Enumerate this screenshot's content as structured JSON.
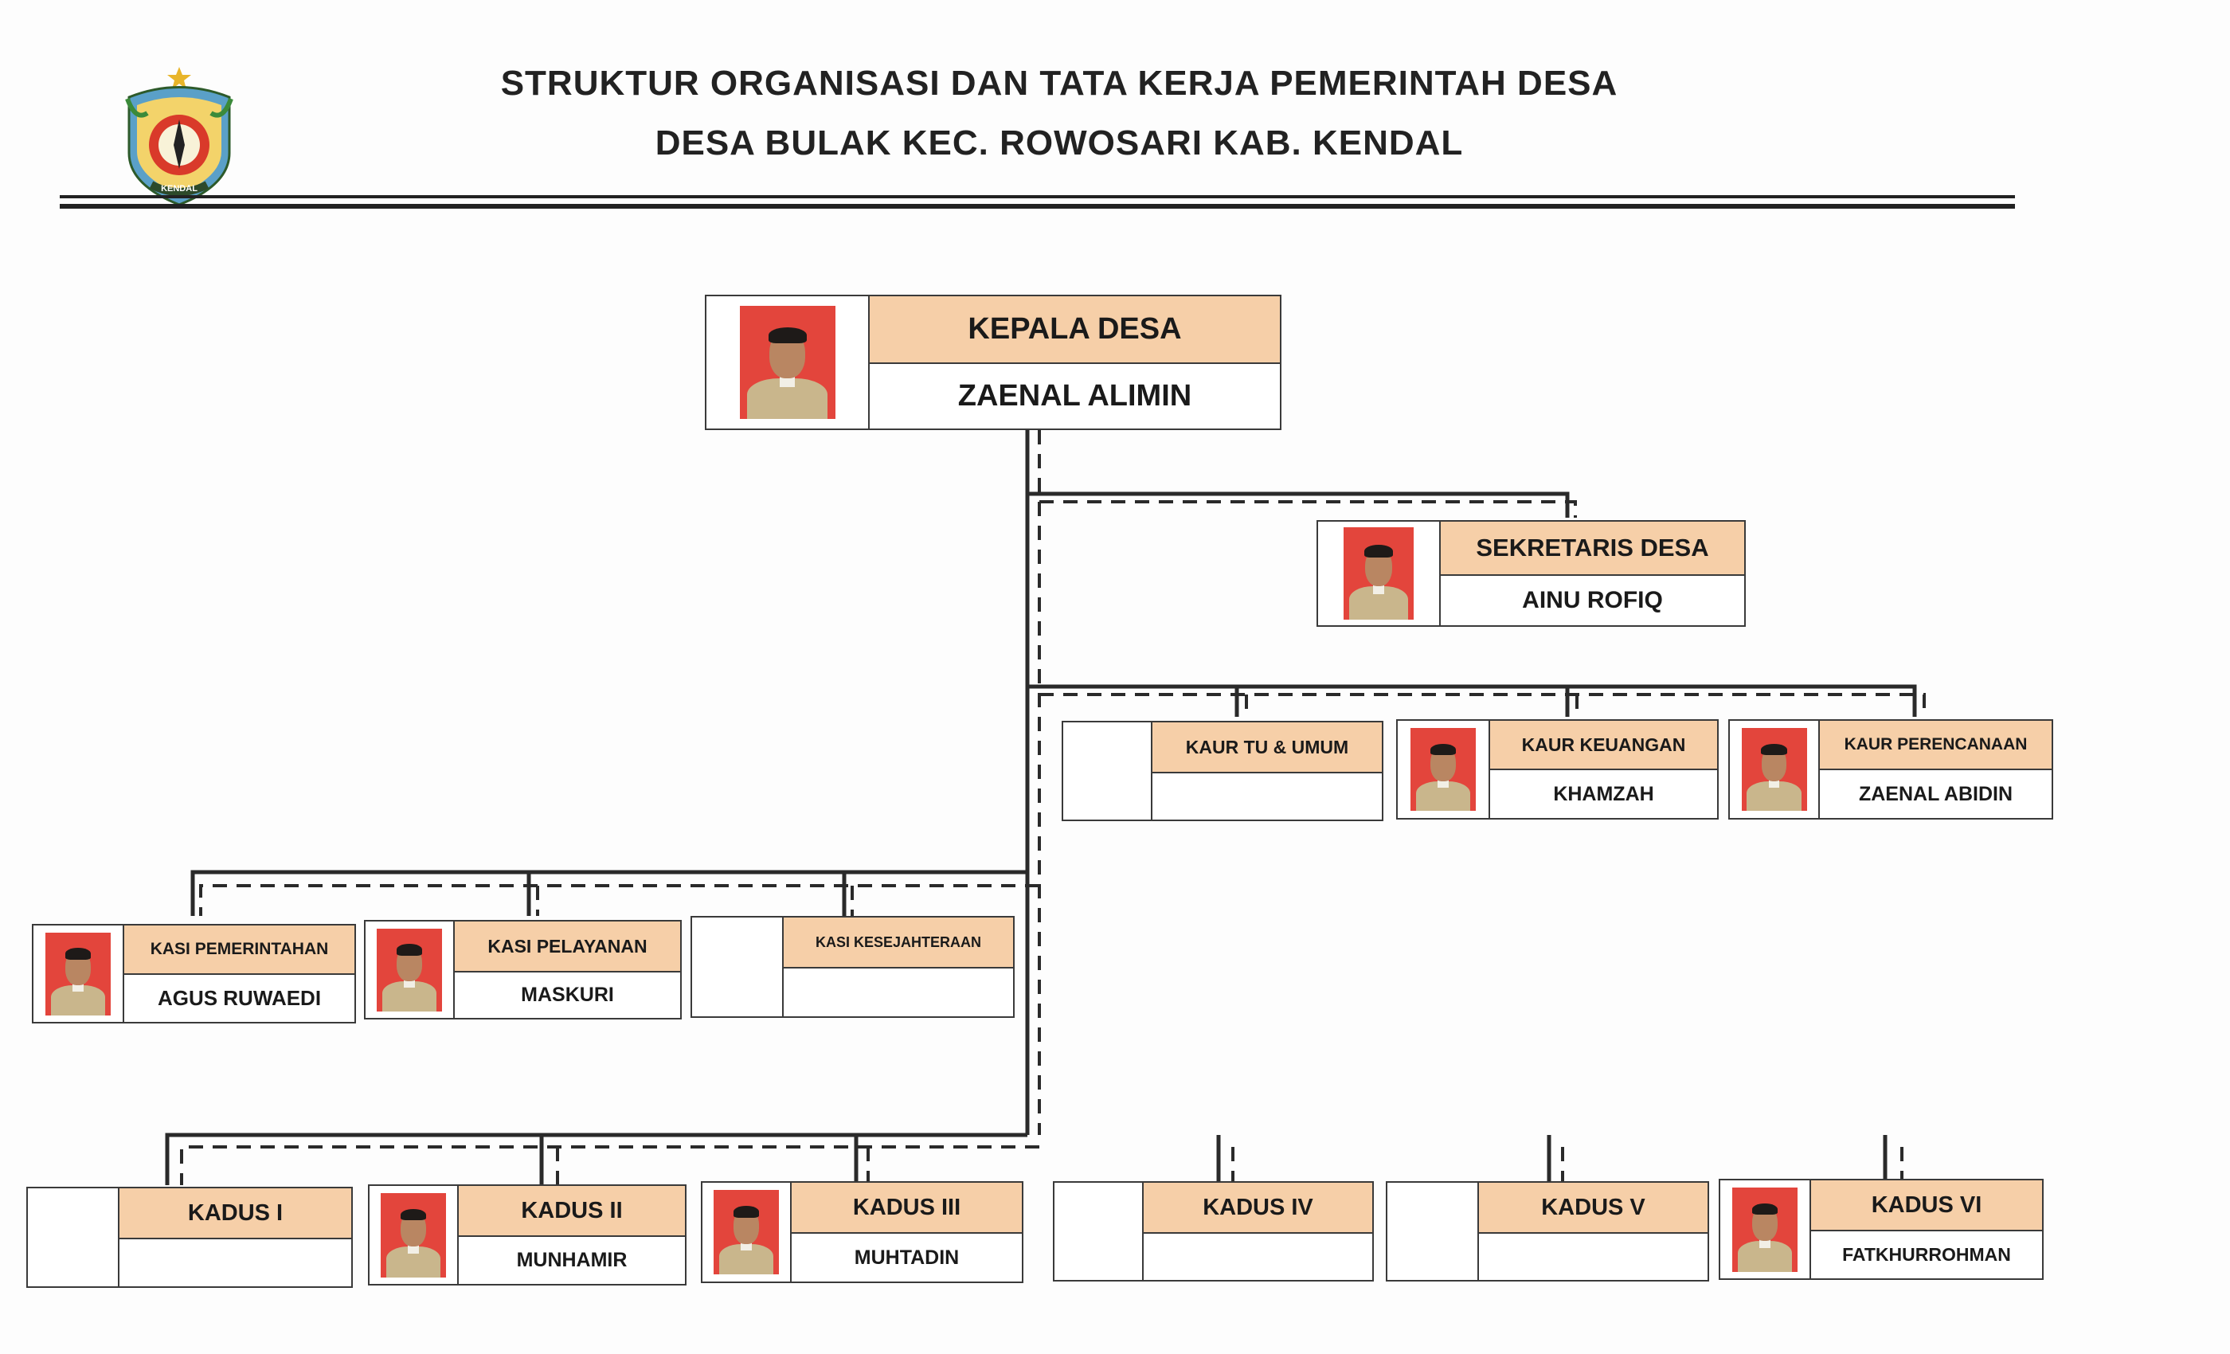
{
  "header": {
    "title_line1": "STRUKTUR ORGANISASI DAN TATA KERJA PEMERINTAH DESA",
    "title_line2": "DESA BULAK KEC. ROWOSARI KAB. KENDAL",
    "logo_text": "KENDAL"
  },
  "colors": {
    "role_fill": "#f6cfa8",
    "photo_bg": "#e3453c",
    "line": "#2a2a2a"
  },
  "kepala": {
    "role": "KEPALA DESA",
    "name": "ZAENAL ALIMIN",
    "has_photo": true
  },
  "sekretaris": {
    "role": "SEKRETARIS DESA",
    "name": "AINU ROFIQ",
    "has_photo": true
  },
  "kaur": [
    {
      "role": "KAUR TU & UMUM",
      "name": "",
      "has_photo": false
    },
    {
      "role": "KAUR KEUANGAN",
      "name": "KHAMZAH",
      "has_photo": true
    },
    {
      "role": "KAUR PERENCANAAN",
      "name": "ZAENAL ABIDIN",
      "has_photo": true
    }
  ],
  "kasi": [
    {
      "role": "KASI PEMERINTAHAN",
      "name": "AGUS RUWAEDI",
      "has_photo": true
    },
    {
      "role": "KASI PELAYANAN",
      "name": "MASKURI",
      "has_photo": true
    },
    {
      "role": "KASI KESEJAHTERAAN",
      "name": "",
      "has_photo": false
    }
  ],
  "kadus": [
    {
      "role": "KADUS I",
      "name": "",
      "has_photo": false
    },
    {
      "role": "KADUS II",
      "name": "MUNHAMIR",
      "has_photo": true
    },
    {
      "role": "KADUS III",
      "name": "MUHTADIN",
      "has_photo": true
    },
    {
      "role": "KADUS IV",
      "name": "",
      "has_photo": false
    },
    {
      "role": "KADUS V",
      "name": "",
      "has_photo": false
    },
    {
      "role": "KADUS VI",
      "name": "FATKHURROHMAN",
      "has_photo": true
    }
  ]
}
